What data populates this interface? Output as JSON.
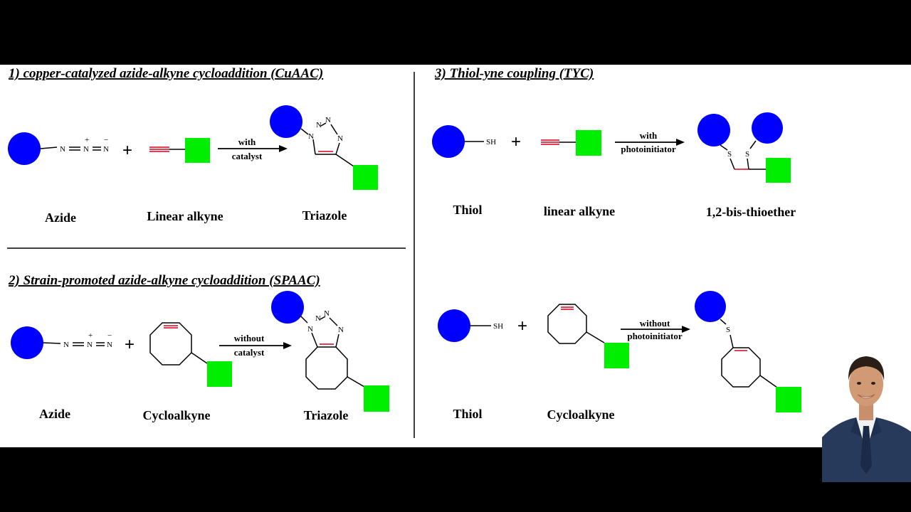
{
  "sections": {
    "s1": {
      "title": "1) copper-catalyzed azide-alkyne cycloaddition (CuAAC)",
      "reactant1": "Azide",
      "reactant2": "Linear alkyne",
      "product": "Triazole",
      "cond_top": "with",
      "cond_bottom": "catalyst"
    },
    "s2": {
      "title": "2) Strain-promoted azide-alkyne cycloaddition (SPAAC)",
      "reactant1": "Azide",
      "reactant2": "Cycloalkyne",
      "product": "Triazole",
      "cond_top": "without",
      "cond_bottom": "catalyst"
    },
    "s3": {
      "title": "3) Thiol-yne coupling (TYC)",
      "r1": {
        "reactant1": "Thiol",
        "reactant2": "linear alkyne",
        "product": "1,2-bis-thioether",
        "cond_top": "with",
        "cond_bottom": "photoinitiator"
      },
      "r2": {
        "reactant1": "Thiol",
        "reactant2": "Cycloalkyne",
        "cond_top": "without",
        "cond_bottom": "photoinitiator"
      }
    }
  },
  "atoms": {
    "n": "N",
    "eq": "=",
    "plus_charge": "+",
    "minus_charge": "−",
    "sh": "SH",
    "s": "S",
    "plus": "+"
  },
  "colors": {
    "blue_group": "#0000ff",
    "green_group": "#00ee00",
    "alkyne_bond": "#d0021b"
  }
}
